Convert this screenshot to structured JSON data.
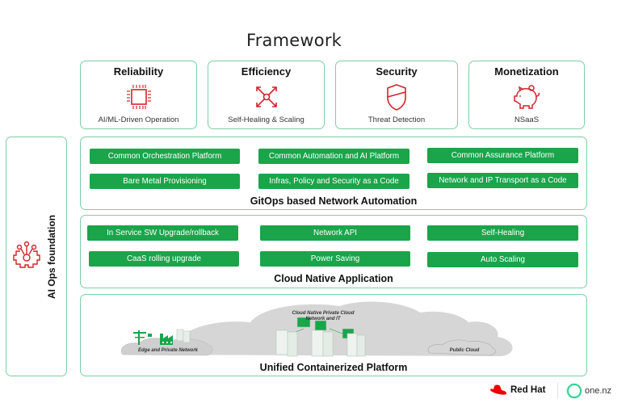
{
  "title": "Framework",
  "pillars": [
    {
      "title": "Reliability",
      "icon": "chip-icon",
      "subtitle": "AI/ML-Driven Operation"
    },
    {
      "title": "Efficiency",
      "icon": "expand-arrows-icon",
      "subtitle": "Self-Healing & Scaling"
    },
    {
      "title": "Security",
      "icon": "shield-icon",
      "subtitle": "Threat Detection"
    },
    {
      "title": "Monetization",
      "icon": "piggy-bank-icon",
      "subtitle": "NSaaS"
    }
  ],
  "side_panel": {
    "label": "AI Ops foundation",
    "icon": "ai-gear-network-icon"
  },
  "layers": [
    {
      "label": "GitOps based Network Automation",
      "items": [
        "Common Orchestration Platform",
        "Common Automation and AI Platform",
        "Common Assurance Platform",
        "Bare Metal Provisioning",
        "Infras, Policy and Security as a Code",
        "Network and IP Transport as a Code"
      ]
    },
    {
      "label": "Cloud Native Application",
      "items": [
        "In Service SW Upgrade/rollback",
        "Network API",
        "Self-Healing",
        "CaaS rolling upgrade",
        "Power Saving",
        "Auto Scaling"
      ]
    },
    {
      "label": "Unified Containerized Platform",
      "clouds": {
        "edge": "Edge and Private Network",
        "private_line1": "Cloud Native Private Cloud",
        "private_line2": "Network and IT",
        "public": "Public Cloud"
      }
    }
  ],
  "logos": {
    "redhat": "Red Hat",
    "one": "one.nz"
  },
  "colors": {
    "accent_green": "#1aa54b",
    "border_green": "#7ecfa4",
    "icon_red": "#d1232a"
  }
}
